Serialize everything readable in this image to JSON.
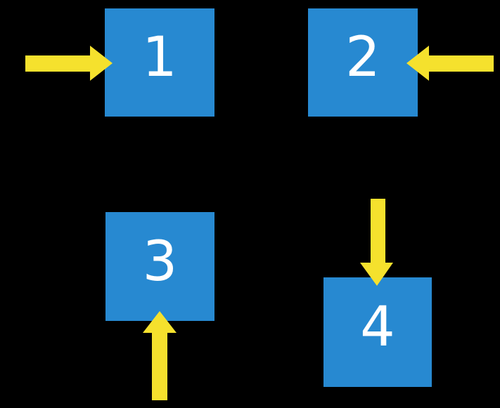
{
  "colors": {
    "background": "#000000",
    "square": "#2789D1",
    "arrow": "#F5E12D",
    "label": "#FFFFFF"
  },
  "squares": [
    {
      "label": "1",
      "arrow_direction": "right",
      "arrow_enters_side": "left"
    },
    {
      "label": "2",
      "arrow_direction": "left",
      "arrow_enters_side": "right"
    },
    {
      "label": "3",
      "arrow_direction": "up",
      "arrow_enters_side": "bottom"
    },
    {
      "label": "4",
      "arrow_direction": "down",
      "arrow_enters_side": "top"
    }
  ]
}
